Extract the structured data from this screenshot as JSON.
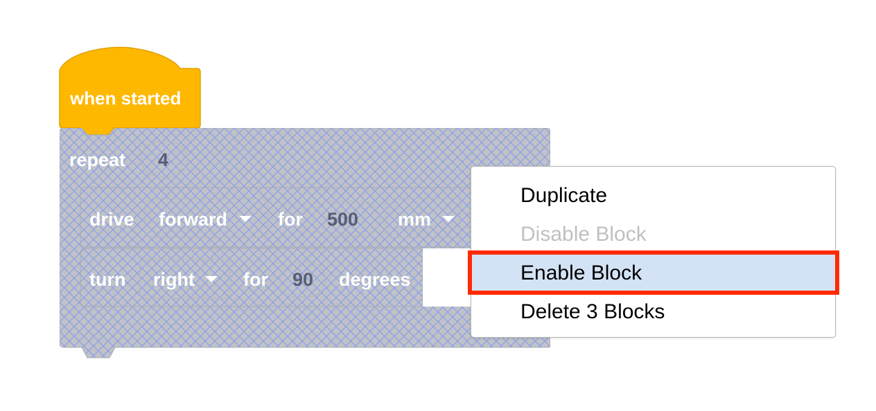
{
  "colors": {
    "hat_fill": "#ffb800",
    "hat_stroke": "#e0a000",
    "disabled_fill": "#c0c2c8",
    "hatch": "#8aa0e8",
    "highlight": "#d3e3f5",
    "callout": "#ff2a00"
  },
  "hat_block": {
    "label": "when started"
  },
  "repeat_block": {
    "label": "repeat",
    "count": "4",
    "state": "disabled"
  },
  "drive_block": {
    "label": "drive",
    "direction": "forward",
    "for_label": "for",
    "distance": "500",
    "unit": "mm"
  },
  "turn_block": {
    "label": "turn",
    "direction": "right",
    "for_label": "for",
    "angle": "90",
    "unit": "degrees"
  },
  "context_menu": {
    "items": [
      {
        "label": "Duplicate",
        "enabled": true
      },
      {
        "label": "Disable Block",
        "enabled": false
      },
      {
        "label": "Enable Block",
        "enabled": true,
        "highlighted": true
      },
      {
        "label": "Delete 3 Blocks",
        "enabled": true
      }
    ]
  }
}
